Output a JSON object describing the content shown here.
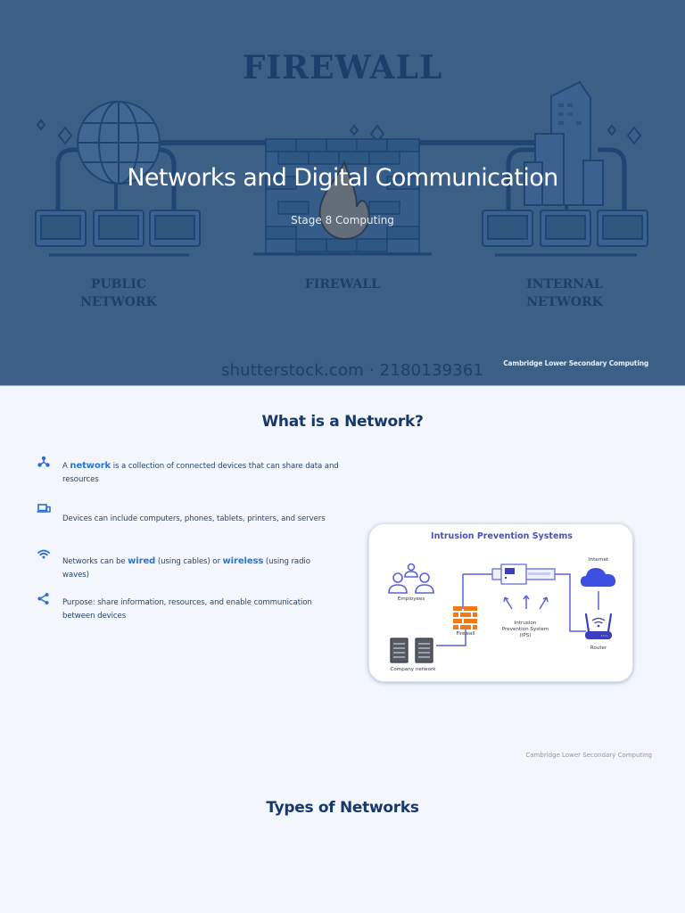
{
  "hero": {
    "title": "Networks and Digital Communication",
    "subtitle": "Stage 8 Computing",
    "footer": "Cambridge Lower Secondary Computing",
    "background_image": {
      "heading": "FIREWALL",
      "labels": [
        "PUBLIC NETWORK",
        "FIREWALL",
        "INTERNAL NETWORK"
      ],
      "label_lines": {
        "public": [
          "PUBLIC",
          "NETWORK"
        ],
        "firewall": [
          "FIREWALL"
        ],
        "internal": [
          "INTERNAL",
          "NETWORK"
        ]
      },
      "watermark": "shutterstock.com · 2180139361"
    },
    "colors": {
      "overlay": "#3c5f85",
      "title": "#ffffff"
    }
  },
  "slide2": {
    "title": "What is a Network?",
    "bullets": [
      {
        "icon": "network-nodes-icon",
        "pre": "A ",
        "highlight": "network",
        "post": " is a collection of connected devices that can share data and resources"
      },
      {
        "icon": "devices-icon",
        "text": "Devices can include computers, phones, tablets, printers, and servers"
      },
      {
        "icon": "wifi-icon",
        "pre": "Networks can be ",
        "highlight": "wired",
        "mid": " (using cables) or ",
        "highlight2": "wireless",
        "post": " (using radio waves)"
      },
      {
        "icon": "share-icon",
        "text": "Purpose: share information, resources, and enable communication between devices"
      }
    ],
    "diagram": {
      "title": "Intrusion Prevention Systems",
      "labels": {
        "employees": "Employees",
        "firewall": "Firewall",
        "company_network": "Company network",
        "ips_line1": "Intrusion",
        "ips_line2": "Prevention System",
        "ips_line3": "(IPS)",
        "internet": "Internet",
        "router": "Router"
      }
    },
    "footer": "Cambridge Lower Secondary Computing",
    "colors": {
      "title": "#16386b",
      "accent": "#2a74d6",
      "text": "#27456e",
      "diagram_accent": "#4a4fc0",
      "firewall": "#f07a1a"
    }
  },
  "slide3": {
    "title": "Types of Networks"
  }
}
